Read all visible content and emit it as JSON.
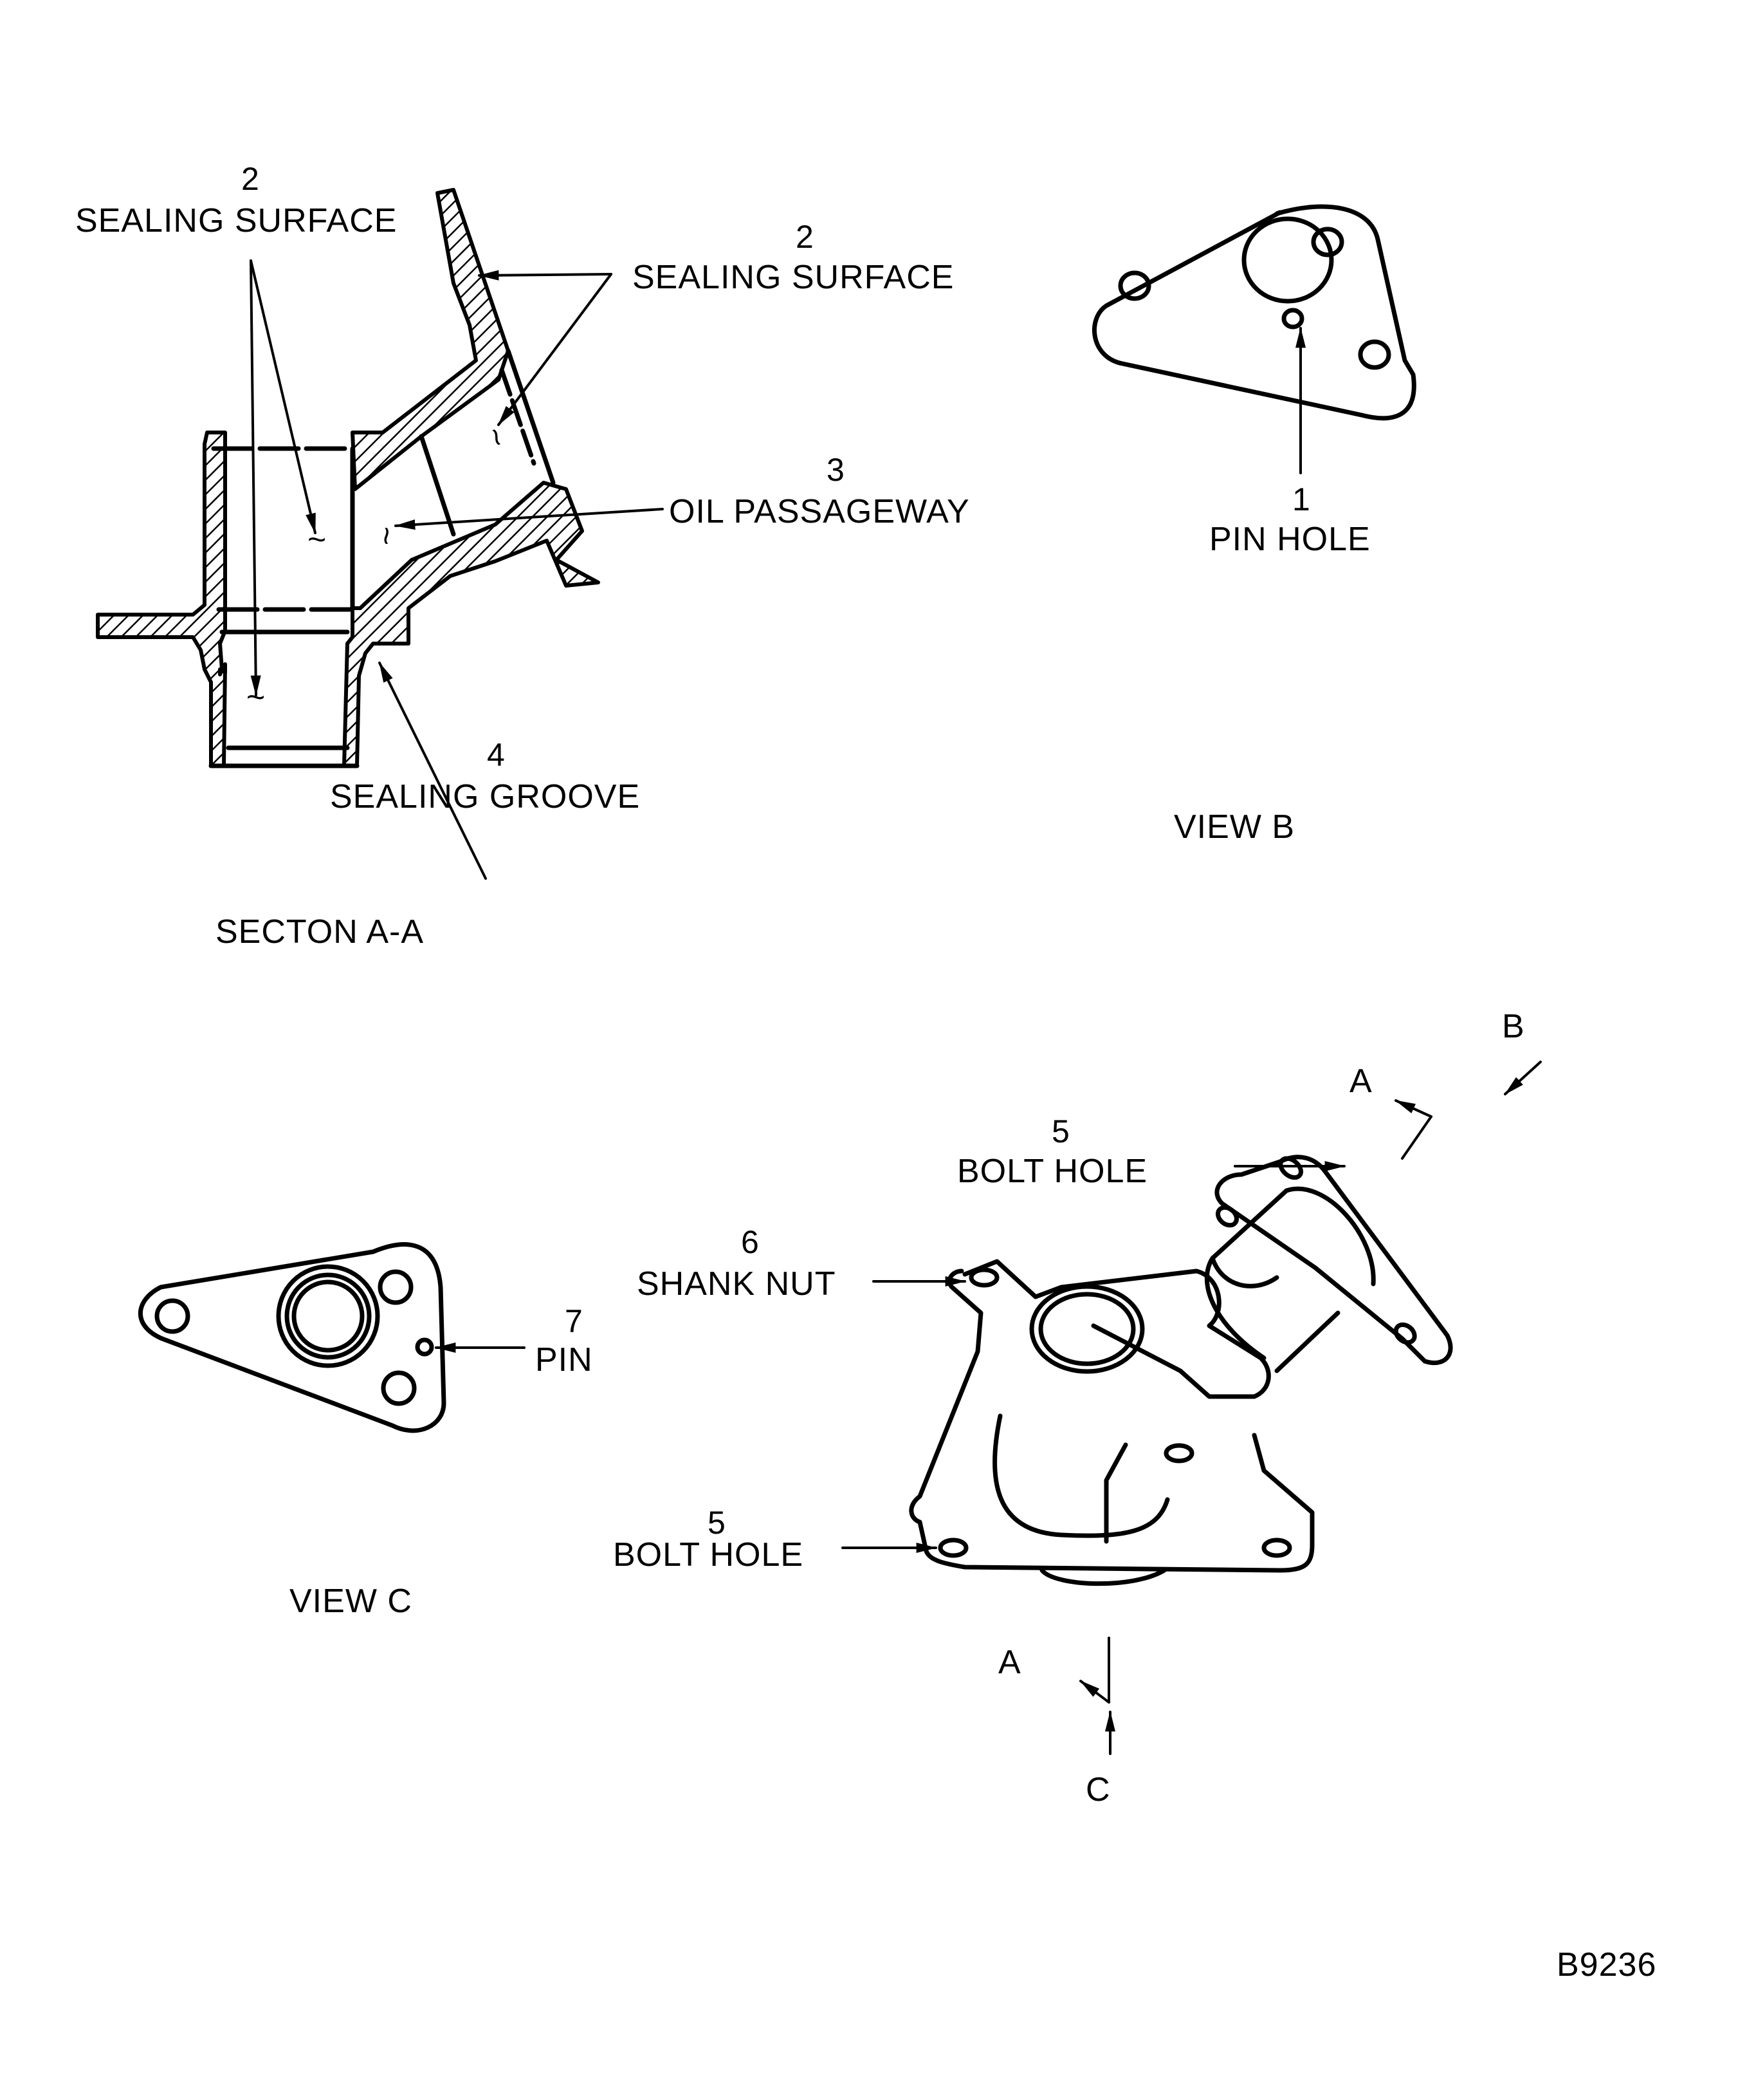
{
  "figure_id": "B9236",
  "section_aa": {
    "caption": "SECTON A-A",
    "callouts": [
      {
        "number": "2",
        "label": "SEALING SURFACE"
      },
      {
        "number": "2",
        "label": "SEALING SURFACE"
      },
      {
        "number": "3",
        "label": "OIL PASSAGEWAY"
      },
      {
        "number": "4",
        "label": "SEALING GROOVE"
      }
    ]
  },
  "view_b": {
    "caption": "VIEW B",
    "callouts": [
      {
        "number": "1",
        "label": "PIN HOLE"
      }
    ]
  },
  "view_c": {
    "caption": "VIEW C",
    "callouts": [
      {
        "number": "7",
        "label": "PIN"
      }
    ]
  },
  "iso_view": {
    "callouts": [
      {
        "number": "5",
        "label": "BOLT HOLE"
      },
      {
        "number": "6",
        "label": "SHANK NUT"
      },
      {
        "number": "5",
        "label": "BOLT HOLE"
      }
    ],
    "section_markers": {
      "a_top": "A",
      "b": "B",
      "a_bottom": "A",
      "c": "C"
    }
  }
}
